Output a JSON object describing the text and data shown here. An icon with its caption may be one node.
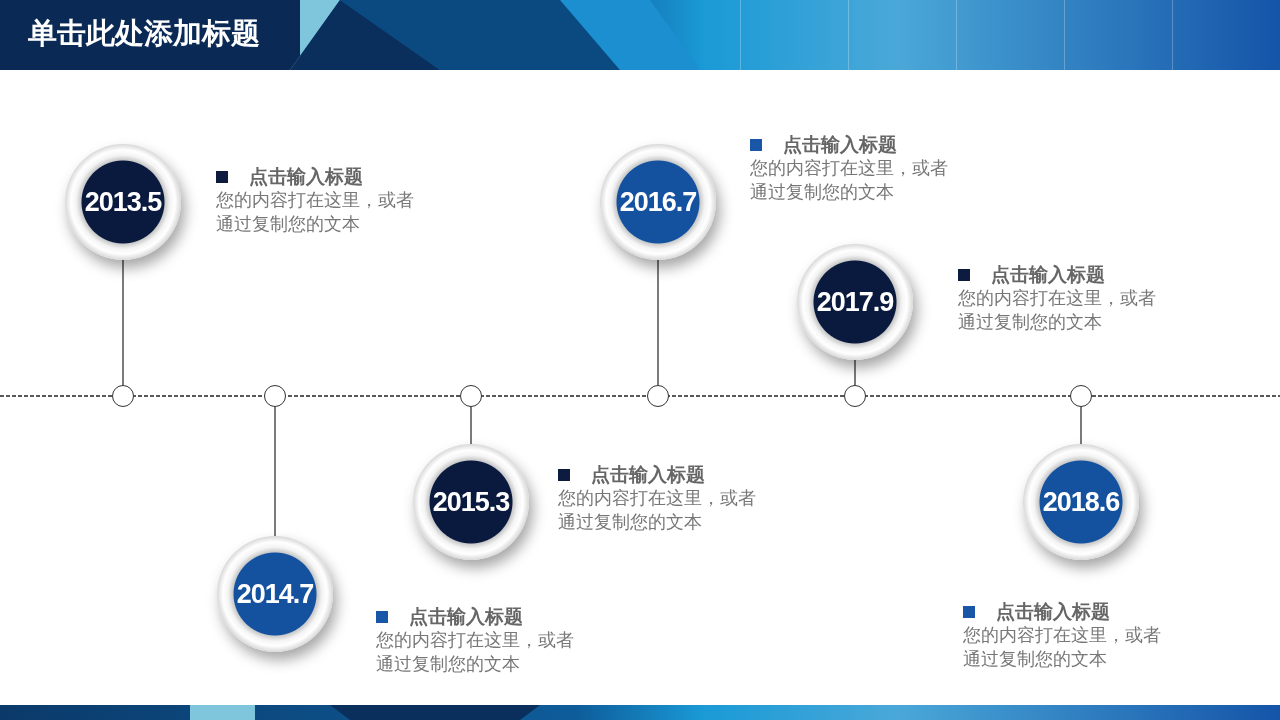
{
  "diagram": {
    "title": "单击此处添加标题",
    "nodes": [
      {
        "text": [
          "2013.5"
        ],
        "beside": [
          "点击输入标题",
          "您的内容打在这里，或者通过复制您的文本"
        ]
      },
      {
        "text": [
          "2014.7"
        ],
        "beside": [
          "点击输入标题",
          "您的内容打在这里，或者通过复制您的文本"
        ]
      },
      {
        "text": [
          "2015.3"
        ],
        "beside": [
          "点击输入标题",
          "您的内容打在这里，或者通过复制您的文本"
        ]
      },
      {
        "text": [
          "2016.7"
        ],
        "beside": [
          "点击输入标题",
          "您的内容打在这里，或者通过复制您的文本"
        ]
      },
      {
        "text": [
          "2017.9"
        ],
        "beside": [
          "点击输入标题",
          "您的内容打在这里，或者通过复制您的文本"
        ]
      },
      {
        "text": [
          "2018.6"
        ],
        "beside": [
          "点击输入标题",
          "您的内容打在这里，或者通过复制您的文本"
        ]
      },
      {
        "text": [],
        "shape": "circle"
      },
      {
        "text": [],
        "shape": "circle"
      },
      {
        "text": [],
        "shape": "circle"
      },
      {
        "text": [],
        "shape": "circle"
      },
      {
        "text": [],
        "shape": "circle"
      },
      {
        "text": [],
        "shape": "circle"
      }
    ],
    "edges": [
      {
        "from": 0,
        "to": 6,
        "arrow": "none"
      },
      {
        "from": 1,
        "to": 7,
        "arrow": "none"
      },
      {
        "from": 2,
        "to": 8,
        "arrow": "none"
      },
      {
        "from": 3,
        "to": 9,
        "arrow": "none"
      },
      {
        "from": 4,
        "to": 10,
        "arrow": "none"
      },
      {
        "from": 5,
        "to": 11,
        "arrow": "none"
      }
    ]
  }
}
